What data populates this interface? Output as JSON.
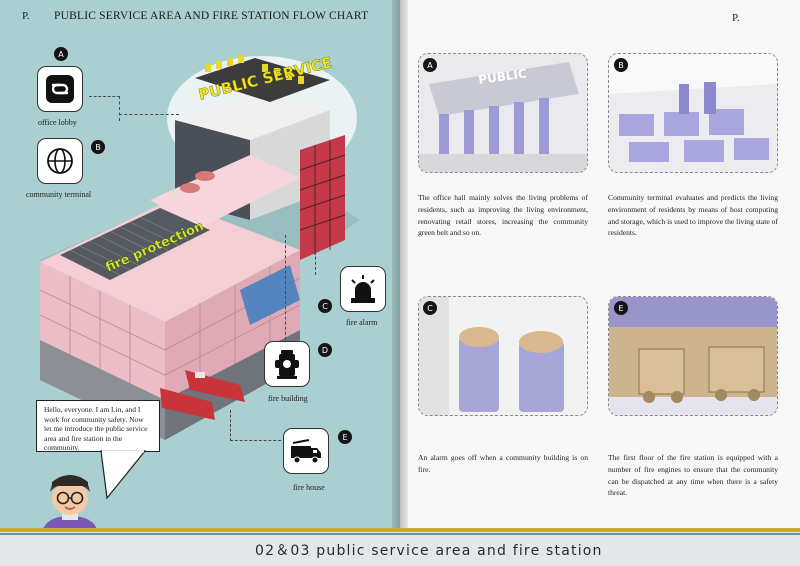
{
  "header": {
    "page_left": "P.",
    "title": "PUBLIC SERVICE AREA AND FIRE STATION FLOW CHART",
    "page_right": "P."
  },
  "sign_text": "PUBLIC SERVICE",
  "sign_text_2": "fire protection",
  "icons": [
    {
      "letter": "A",
      "label": "office lobby",
      "icon": "link-icon"
    },
    {
      "letter": "B",
      "label": "community terminal",
      "icon": "globe-icon"
    },
    {
      "letter": "C",
      "label": "fire alarm",
      "icon": "alarm-icon"
    },
    {
      "letter": "D",
      "label": "fire building",
      "icon": "hydrant-icon"
    },
    {
      "letter": "E",
      "label": "fire house",
      "icon": "fire-truck-icon"
    }
  ],
  "speech": "Hello, everyone. I am Lin, and I work for community safety. Now let me introduce the public service area and fire station in the community.",
  "panels": [
    {
      "letter": "A",
      "caption": "The office hall mainly solves the living problems of residents, such as improving the living environment, renovating retail stores, increasing the community green belt and so on."
    },
    {
      "letter": "B",
      "caption": "Community terminal evaluates and predicts the living environment of residents by means of host computing and storage, which is used to improve the living state of residents."
    },
    {
      "letter": "C",
      "caption": "An alarm goes off when a community building is on fire."
    },
    {
      "letter": "E",
      "caption": "The first floor of the fire station is equipped with a number of fire engines to ensure that the community can be dispatched at any time when there is a safety threat."
    }
  ],
  "footer": "02＆03  public service area and fire station",
  "colors": {
    "background": "#a9cfd0",
    "building": "#f2c6cf",
    "accent": "#c8a82a",
    "sign": "#f1e61c"
  }
}
